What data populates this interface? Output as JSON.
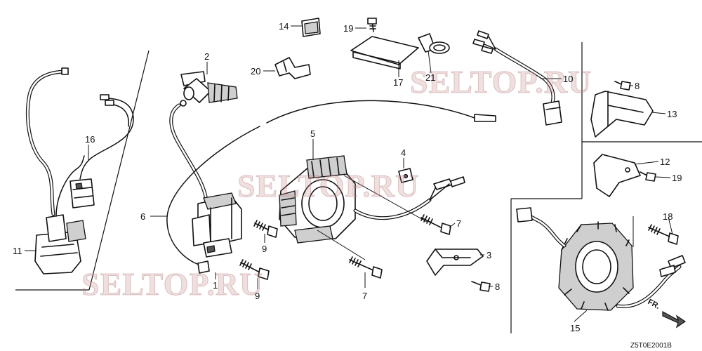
{
  "diagram": {
    "watermark": "SELTOP.RU",
    "drawing_code": "Z5T0E2001B",
    "direction_label": "FR.",
    "callouts": {
      "p1": "1",
      "p2": "2",
      "p3": "3",
      "p4": "4",
      "p5": "5",
      "p6": "6",
      "p7a": "7",
      "p7b": "7",
      "p8a": "8",
      "p8b": "8",
      "p9a": "9",
      "p9b": "9",
      "p10": "10",
      "p11": "11",
      "p12": "12",
      "p13": "13",
      "p14": "14",
      "p15": "15",
      "p16": "16",
      "p17": "17",
      "p18": "18",
      "p19a": "19",
      "p19b": "19",
      "p20": "20",
      "p21": "21"
    }
  }
}
